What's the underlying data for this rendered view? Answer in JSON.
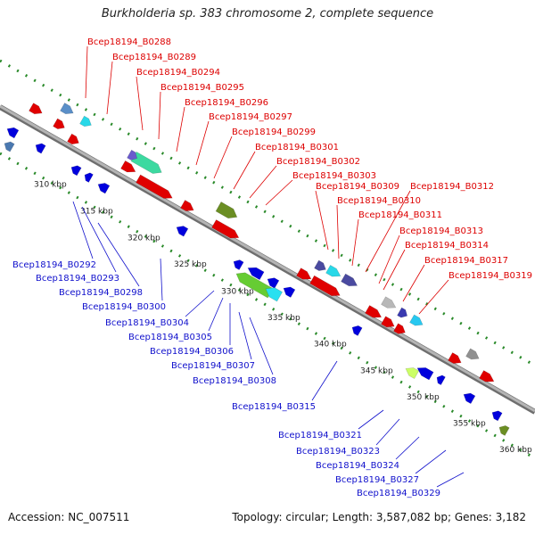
{
  "title": "Burkholderia sp. 383 chromosome 2, complete sequence",
  "footer": {
    "accession": "Accession: NC_007511",
    "summary": "Topology: circular; Length: 3,587,082 bp; Genes: 3,182"
  },
  "colors": {
    "forward_label": "#dd0000",
    "reverse_label": "#1010cc",
    "backbone": "#8f8f8f",
    "ticks": "#2a8a2a"
  },
  "scale_ticks": [
    "310 kbp",
    "315 kbp",
    "320 kbp",
    "325 kbp",
    "330 kbp",
    "335 kbp",
    "340 kbp",
    "345 kbp",
    "350 kbp",
    "355 kbp",
    "360 kbp"
  ],
  "forward_labels": [
    "Bcep18194_B0288",
    "Bcep18194_B0289",
    "Bcep18194_B0294",
    "Bcep18194_B0295",
    "Bcep18194_B0296",
    "Bcep18194_B0297",
    "Bcep18194_B0299",
    "Bcep18194_B0301",
    "Bcep18194_B0302",
    "Bcep18194_B0303",
    "Bcep18194_B0309",
    "Bcep18194_B0312",
    "Bcep18194_B0310",
    "Bcep18194_B0311",
    "Bcep18194_B0313",
    "Bcep18194_B0314",
    "Bcep18194_B0317",
    "Bcep18194_B0319"
  ],
  "reverse_labels": [
    "Bcep18194_B0292",
    "Bcep18194_B0293",
    "Bcep18194_B0298",
    "Bcep18194_B0300",
    "Bcep18194_B0304",
    "Bcep18194_B0305",
    "Bcep18194_B0306",
    "Bcep18194_B0307",
    "Bcep18194_B0308",
    "Bcep18194_B0315",
    "Bcep18194_B0321",
    "Bcep18194_B0323",
    "Bcep18194_B0324",
    "Bcep18194_B0327",
    "Bcep18194_B0329"
  ]
}
